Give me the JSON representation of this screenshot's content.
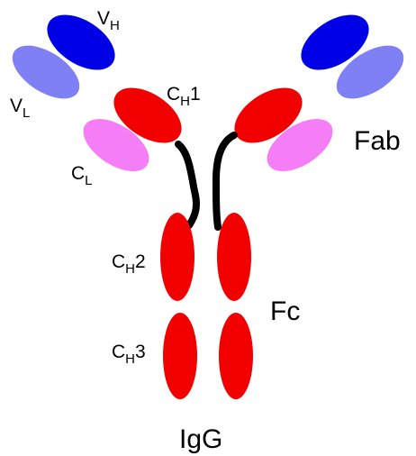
{
  "colors": {
    "heavy_variable": "#0000e6",
    "light_variable": "#8080f5",
    "heavy_constant": "#f20000",
    "light_constant": "#f57df5",
    "hinge": "#000000"
  },
  "labels": {
    "vh": {
      "main": "V",
      "sub": "H"
    },
    "vl": {
      "main": "V",
      "sub": "L"
    },
    "ch1": {
      "main": "C",
      "sub": "H",
      "suffix": "1"
    },
    "cl": {
      "main": "C",
      "sub": "L"
    },
    "ch2": {
      "main": "C",
      "sub": "H",
      "suffix": "2"
    },
    "ch3": {
      "main": "C",
      "sub": "H",
      "suffix": "3"
    },
    "fab": "Fab",
    "fc": "Fc",
    "title": "IgG"
  }
}
